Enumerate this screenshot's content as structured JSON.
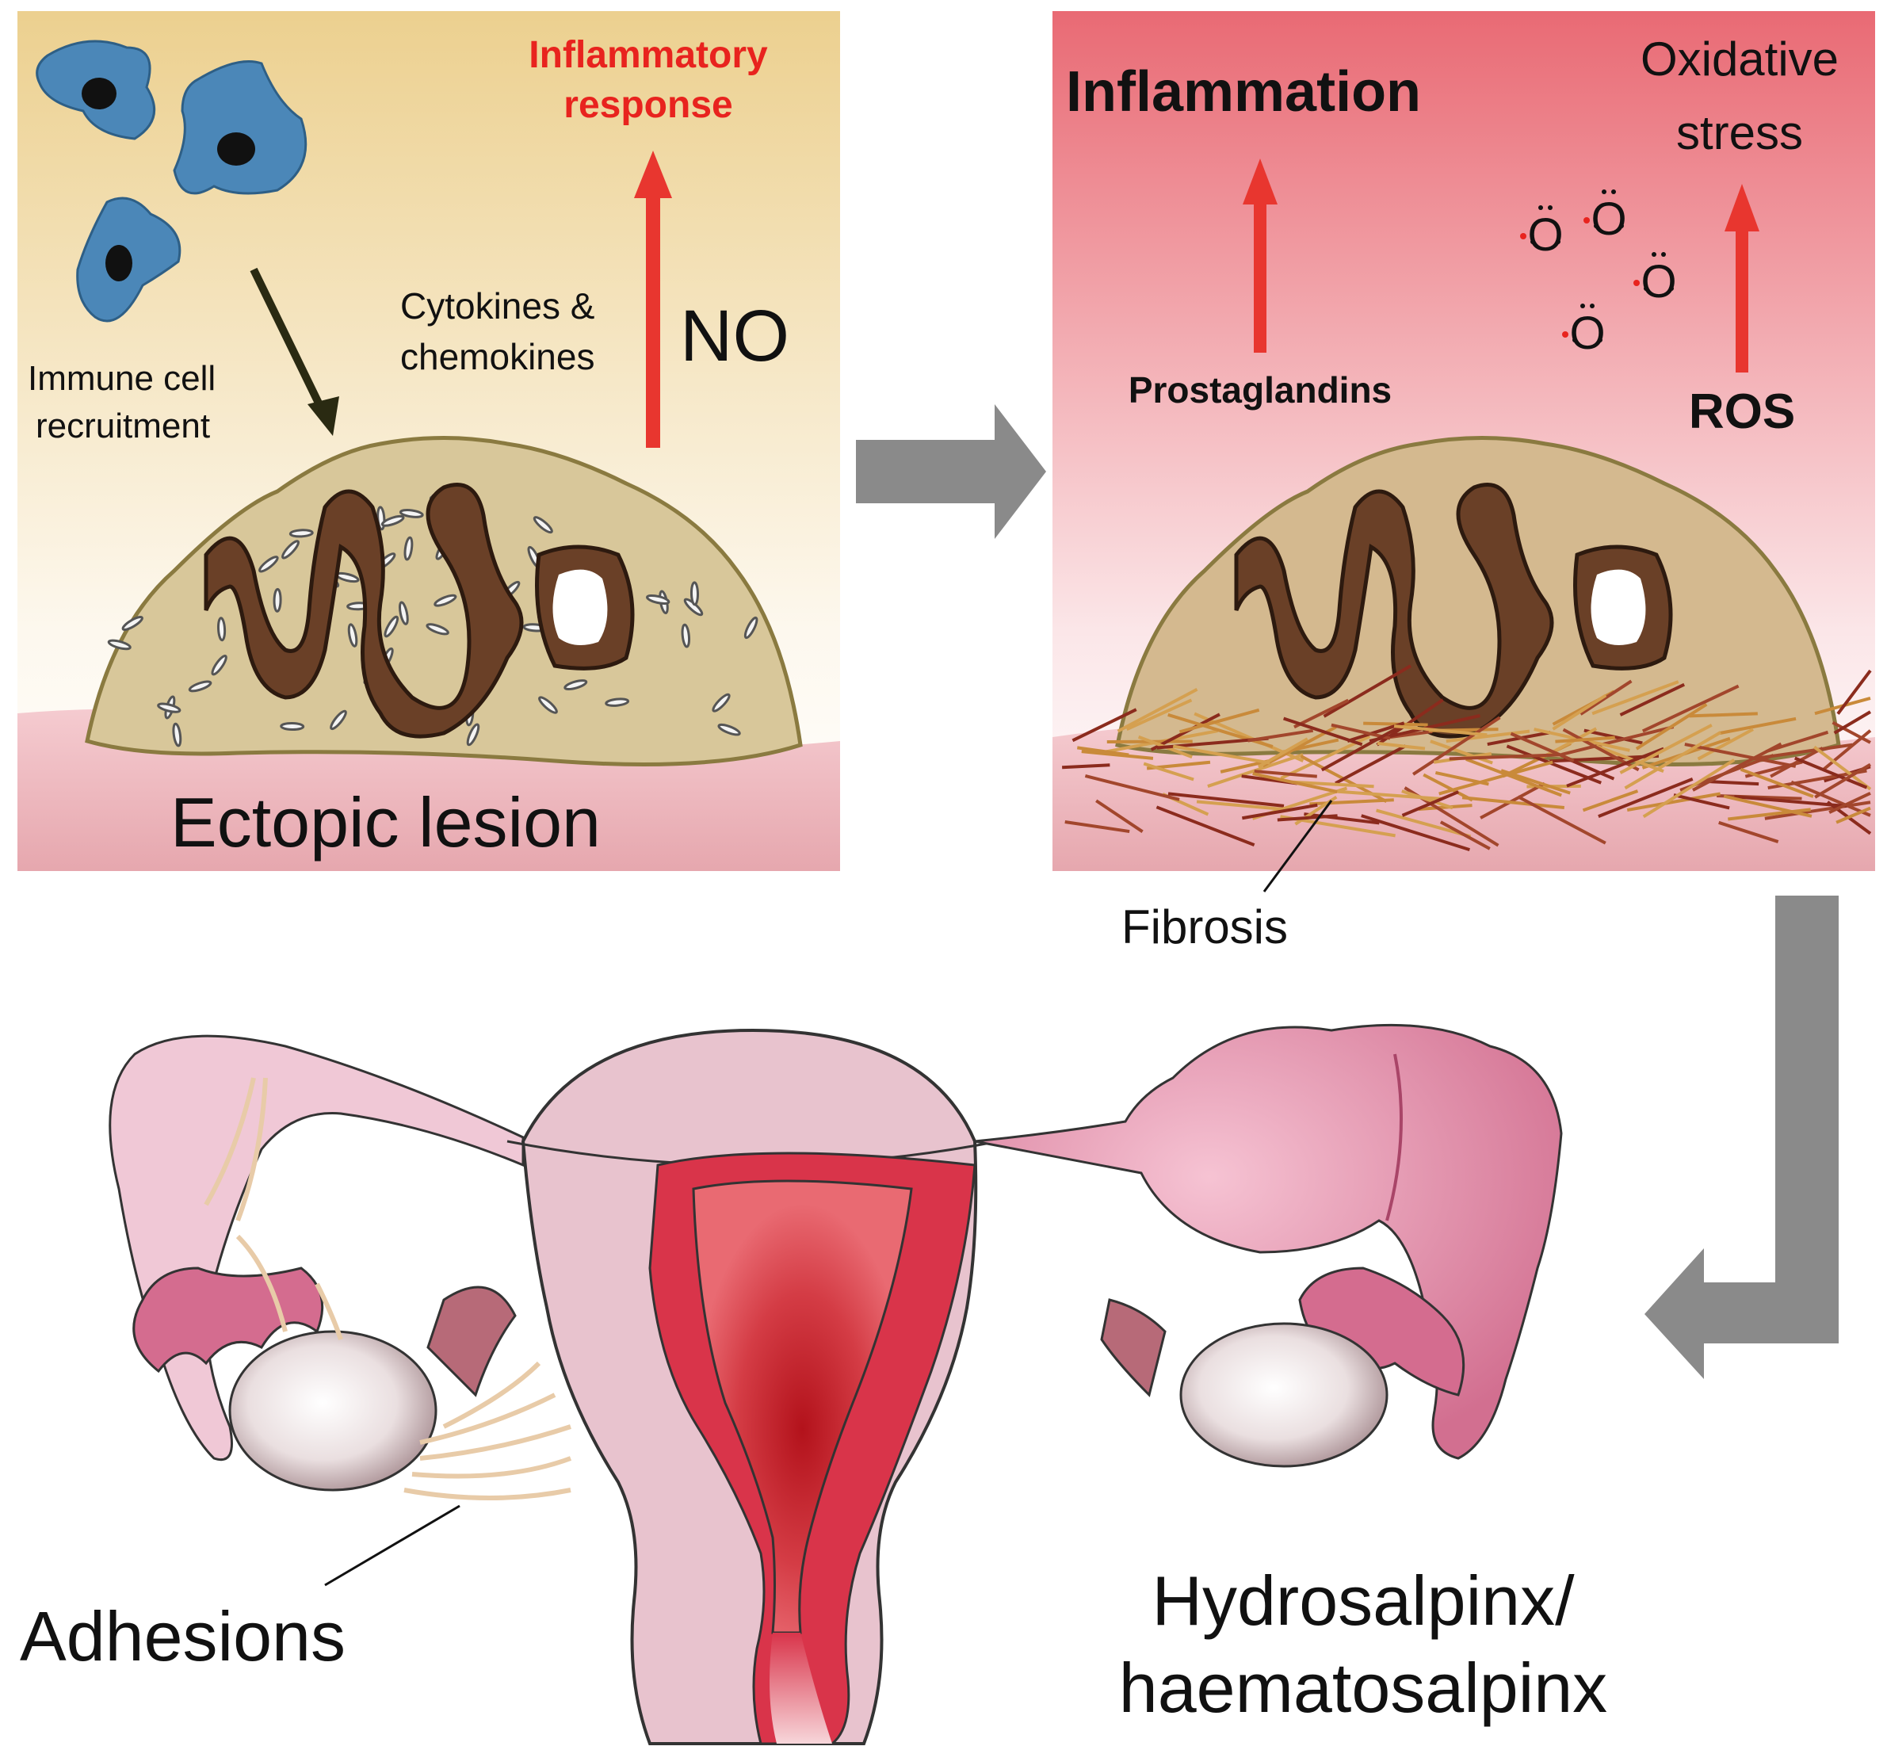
{
  "panel_left": {
    "immune_label_line1": "Immune cell",
    "immune_label_line2": "recruitment",
    "inflammatory_line1": "Inflammatory",
    "inflammatory_line2": "response",
    "cytokines_line1": "Cytokines &",
    "cytokines_line2": "chemokines",
    "no_label": "NO",
    "lesion_label": "Ectopic lesion"
  },
  "panel_right": {
    "inflammation_label": "Inflammation",
    "oxidative_line1": "Oxidative",
    "oxidative_line2": "stress",
    "prostaglandins_label": "Prostaglandins",
    "ros_label": "ROS",
    "fibrosis_label": "Fibrosis",
    "radical_symbol": "O"
  },
  "bottom": {
    "adhesions_label": "Adhesions",
    "hydro_line1": "Hydrosalpinx/",
    "hydro_line2": "haematosalpinx"
  },
  "colors": {
    "arrow_red": "#e8362f",
    "arrow_grey": "#8a8a8a",
    "immune_cell": "#4b87b8",
    "text_red": "#e8231e",
    "lesion_tissue": "#d8c79a",
    "uterus_pink": "#e8c3ce",
    "endometrium_red": "#d9344a"
  }
}
